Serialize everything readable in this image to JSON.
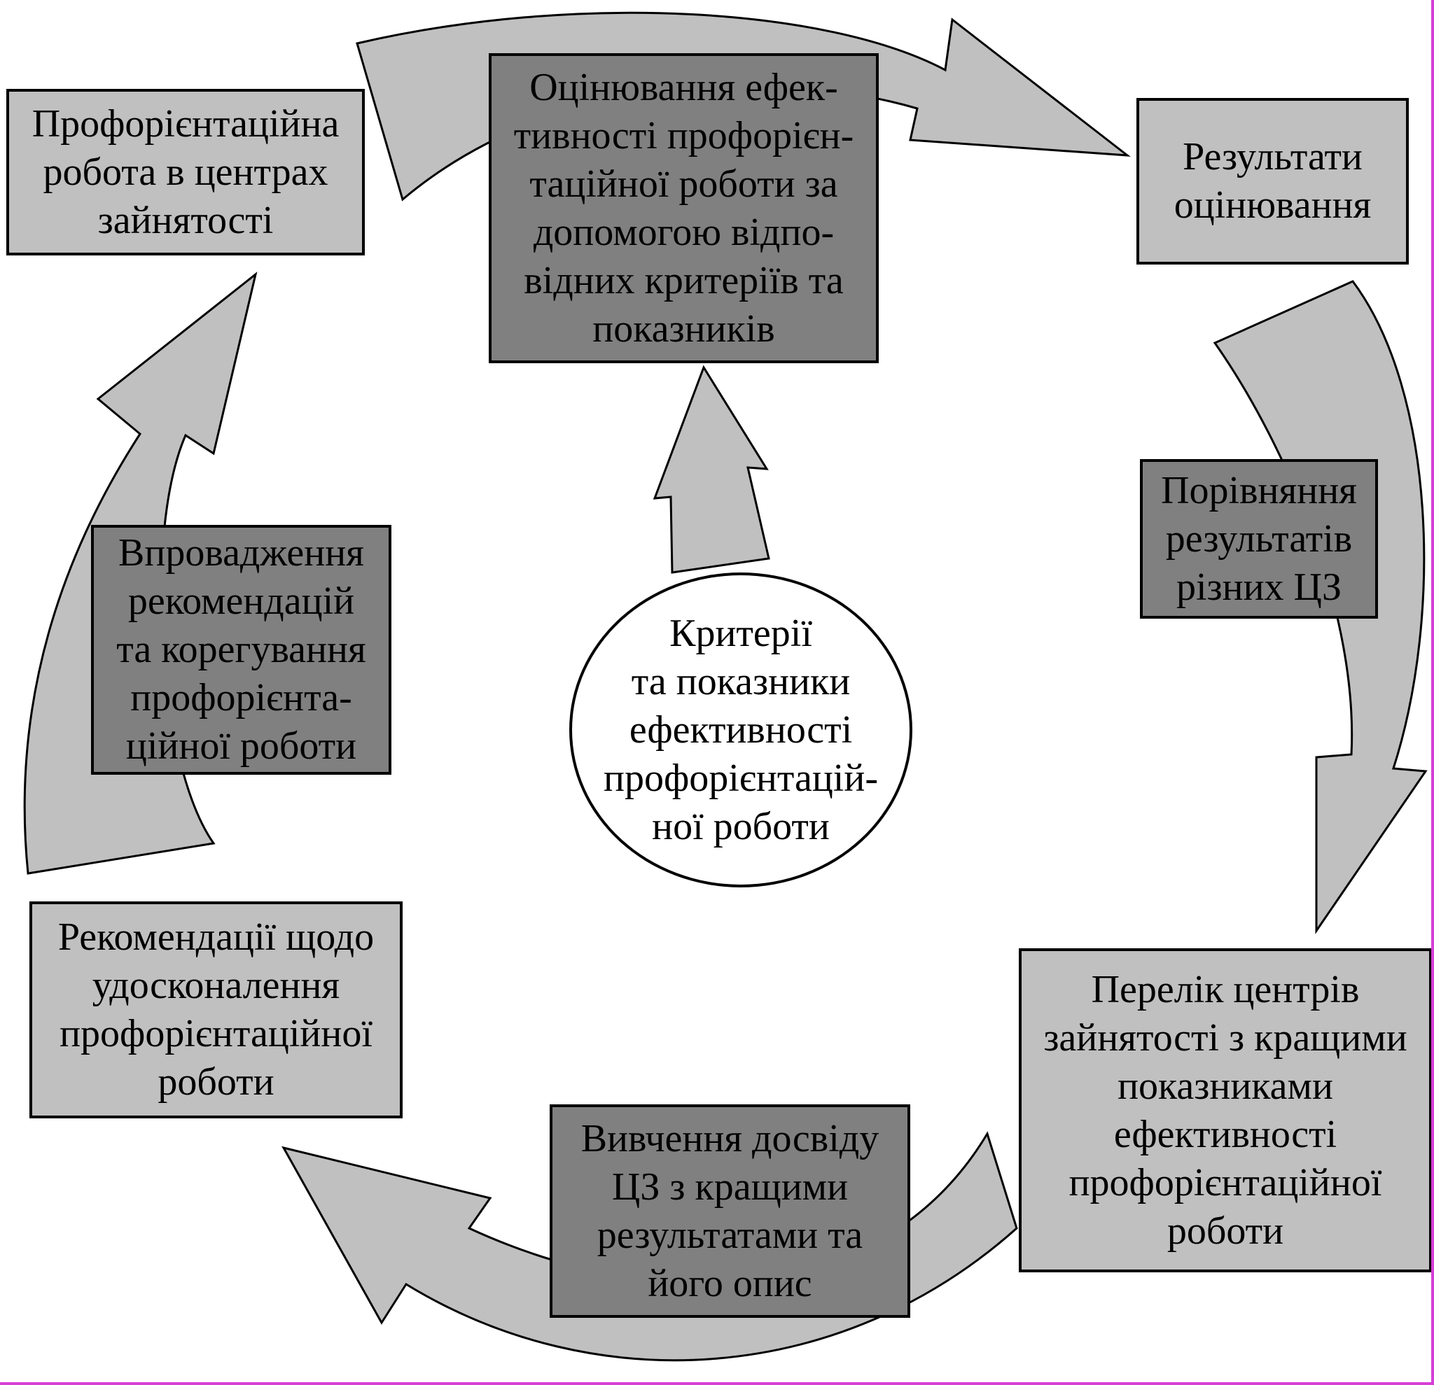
{
  "diagram": {
    "nodes": {
      "n1": "Профорієнтаційна\nробота в центрах\nзайнятості",
      "n2": "Оцінювання ефек-\nтивності профорієн-\nтаційної роботи за\nдопомогою відпо-\nвідних критеріїв та\nпоказників",
      "n3": "Результати\nоцінювання",
      "n4": "Порівняння\nрезультатів\nрізних ЦЗ",
      "n5": "Перелік центрів\nзайнятості з кращими\nпоказниками\nефективності\nпрофорієнтаційної\nроботи",
      "n6": "Вивчення досвіду\nЦЗ з кращими\nрезультатами та\nйого опис",
      "n7": "Рекомендації щодо\nудосконалення\nпрофорієнтаційної\nроботи",
      "n8": "Впровадження\nрекомендацій\nта корегування\nпрофорієнта-\nційної роботи",
      "center": "Критерії\nта показники\nефективності\nпрофорієнтацій-\nної роботи"
    },
    "colors": {
      "arrow_fill": "#c0c0c0",
      "light_box": "#c0c0c0",
      "dark_box": "#808080",
      "circle_fill": "#ffffff",
      "frame_edge": "#d63fd6"
    }
  }
}
